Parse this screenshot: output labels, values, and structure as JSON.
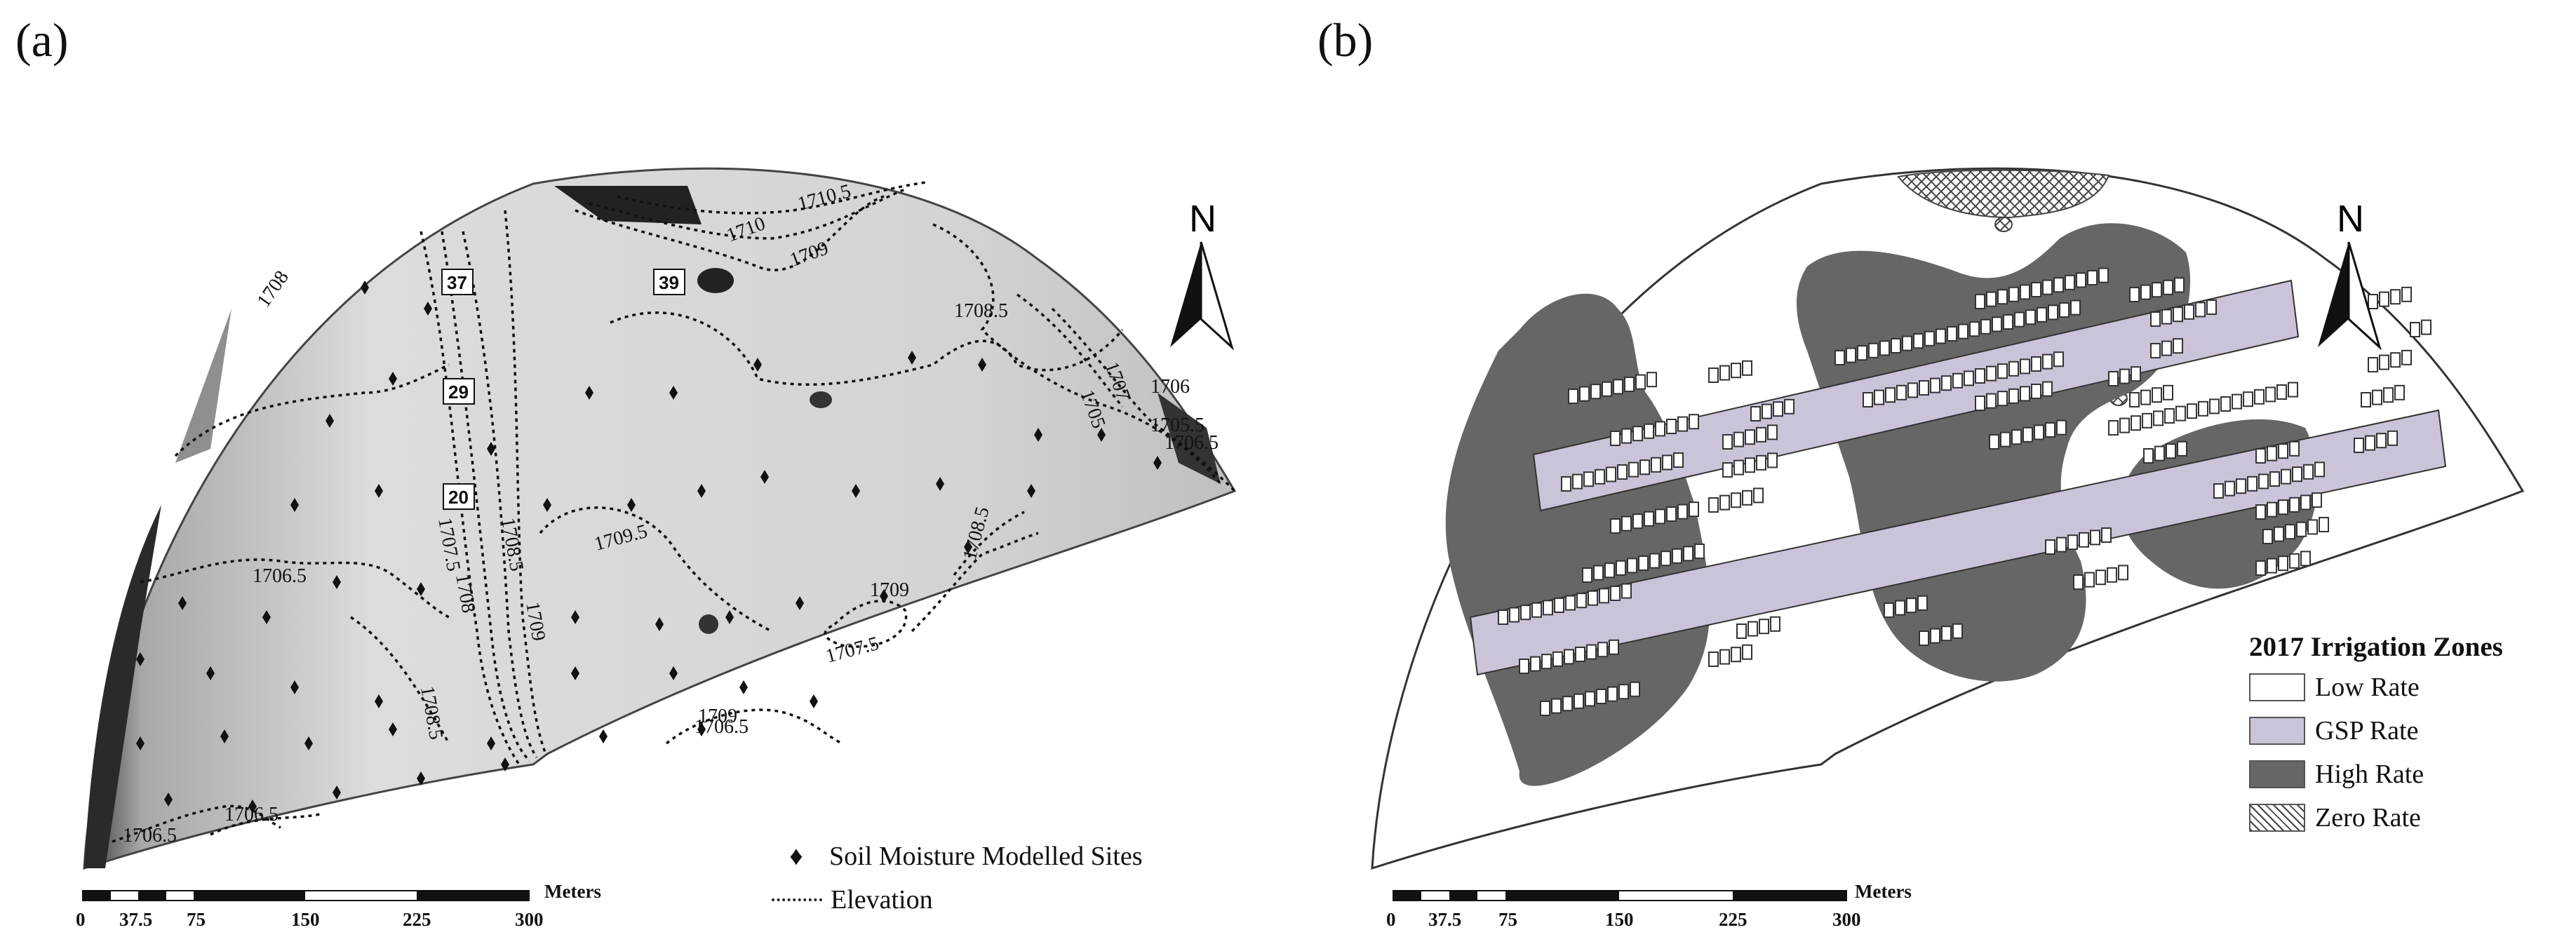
{
  "panel_a": {
    "label": "(a)",
    "north_label": "N",
    "contour_labels": [
      "1708",
      "1708.5",
      "1709",
      "1709.5",
      "1710",
      "1710.5",
      "1706.5",
      "1707.5",
      "1708.5",
      "1709",
      "1706",
      "1707",
      "1705",
      "1706.5",
      "1705.5",
      "1708",
      "1709",
      "1708.5",
      "1706.5",
      "1706.5",
      "1706.5",
      "1707.5",
      "1709",
      "1708.5"
    ],
    "site_ids": [
      "37",
      "39",
      "29",
      "20"
    ],
    "legend": {
      "sites": "Soil Moisture Modelled Sites",
      "elevation": "Elevation"
    },
    "scale": {
      "unit": "Meters",
      "ticks": [
        "0",
        "37.5",
        "75",
        "150",
        "225",
        "300"
      ]
    }
  },
  "panel_b": {
    "label": "(b)",
    "north_label": "N",
    "legend": {
      "title": "2017 Irrigation Zones",
      "items": [
        {
          "label": "Low Rate",
          "color": "#ffffff"
        },
        {
          "label": "GSP Rate",
          "color": "#cbc3d8"
        },
        {
          "label": "High Rate",
          "color": "#666666"
        },
        {
          "label": "Zero Rate",
          "color": "hatch"
        }
      ]
    },
    "scale": {
      "unit": "Meters",
      "ticks": [
        "0",
        "37.5",
        "75",
        "150",
        "225",
        "300"
      ]
    }
  },
  "colors": {
    "high_rate": "#666666",
    "gsp_rate": "#cbc3d8",
    "low_rate": "#ffffff",
    "field_shade": "#d6d6d6"
  }
}
